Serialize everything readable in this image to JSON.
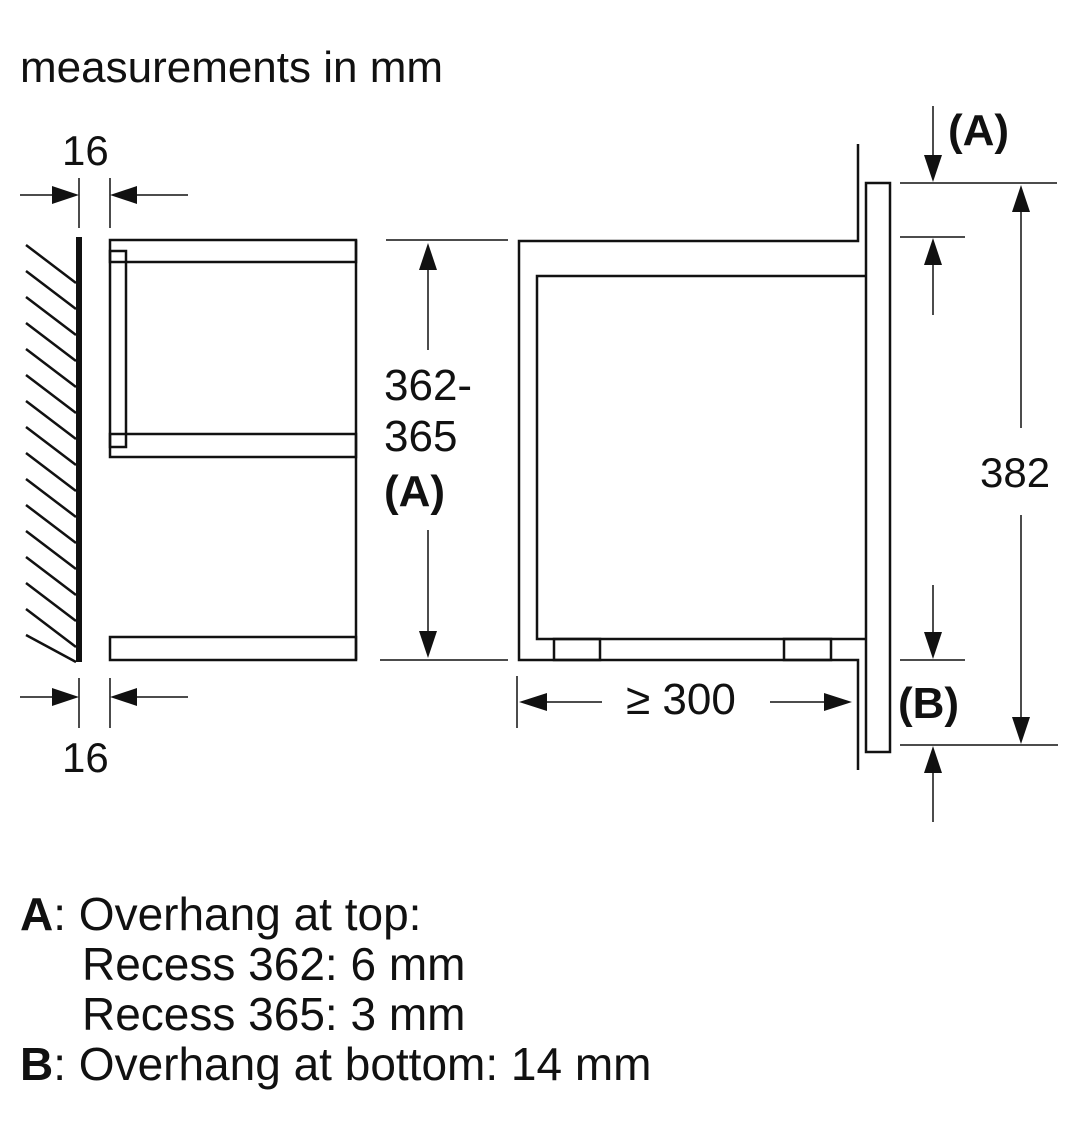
{
  "title": "measurements in mm",
  "left_dims": {
    "top_gap": "16",
    "bottom_gap": "16",
    "recess_height_line1": "362-",
    "recess_height_line2": "365",
    "recess_height_note": "(A)"
  },
  "right_dims": {
    "depth": "≥ 300",
    "front_height": "382",
    "top_marker": "(A)",
    "bottom_marker": "(B)"
  },
  "legend": {
    "a_key": "A",
    "a_text": ": Overhang at top:",
    "a_recess_362": "Recess 362: 6 mm",
    "a_recess_365": "Recess 365: 3 mm",
    "b_key": "B",
    "b_text": ": Overhang at bottom: 14 mm"
  }
}
